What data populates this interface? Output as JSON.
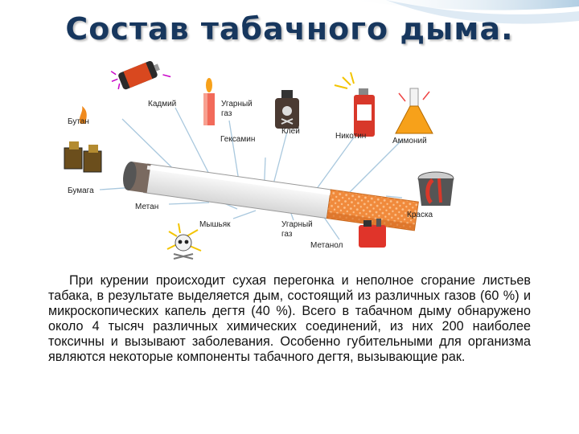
{
  "title": "Состав табачного дыма.",
  "labels": {
    "cadmium": "Кадмий",
    "co_top_1": "Угарный",
    "co_top_2": "газ",
    "glue": "Клей",
    "nicotine": "Никотин",
    "ammonia": "Аммоний",
    "butane": "Бутан",
    "hexamine": "Гексамин",
    "paper": "Бумага",
    "methane": "Метан",
    "arsenic": "Мышьяк",
    "co_bottom_1": "Угарный",
    "co_bottom_2": "газ",
    "methanol": "Метанол",
    "paint": "Краска"
  },
  "paragraph": "При курении происходит сухая перегонка и неполное сгорание листьев табака, в результате выделяется дым, состоящий из различных газов (60 %) и микроскопических капель дегтя (40 %). Всего в табачном дыму обнаружено около 4 тысяч различных химических соединений, из них 200 наиболее токсичны и вызывают заболевания. Особенно губительными для организма являются некоторые компоненты табачного дегтя, вызывающие рак.",
  "colors": {
    "title": "#17375e",
    "filter": "#f08a3c",
    "accent_blue": "#9fc2dc"
  },
  "icons": [
    "battery-icon",
    "candle-icon",
    "poison-bottle-icon",
    "spray-can-icon",
    "flask-icon",
    "lighter-icon",
    "paint-bucket-icon",
    "skull-icon",
    "fuel-canister-icon",
    "cigarette"
  ]
}
